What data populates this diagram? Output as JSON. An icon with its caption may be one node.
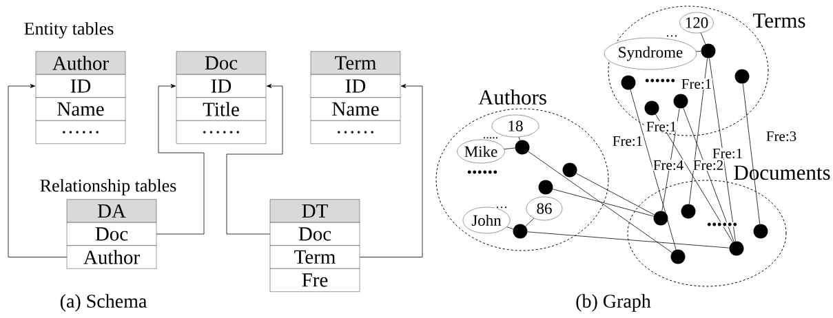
{
  "diagram": {
    "nodes": [
      {
        "text": [
          "Author"
        ]
      },
      {
        "text": [
          "ID"
        ]
      },
      {
        "text": [
          "Name"
        ]
      },
      {
        "text": [
          "……"
        ]
      },
      {
        "text": [
          "Doc"
        ]
      },
      {
        "text": [
          "ID"
        ]
      },
      {
        "text": [
          "Title"
        ]
      },
      {
        "text": [
          "……"
        ]
      },
      {
        "text": [
          "Term"
        ]
      },
      {
        "text": [
          "ID"
        ]
      },
      {
        "text": [
          "Name"
        ]
      },
      {
        "text": [
          "……"
        ]
      },
      {
        "text": [
          "DA"
        ]
      },
      {
        "text": [
          "Doc"
        ]
      },
      {
        "text": [
          "Author"
        ]
      },
      {
        "text": [
          "DT"
        ]
      },
      {
        "text": [
          "Doc"
        ]
      },
      {
        "text": [
          "Term"
        ]
      },
      {
        "text": [
          "Fre"
        ]
      },
      {
        "text": [
          "Terms"
        ]
      },
      {
        "text": [
          "120"
        ],
        "in": 19
      },
      {
        "text": [
          "Syndrome"
        ],
        "in": 19
      },
      {
        "text": [],
        "shape": "circle",
        "in": 19
      },
      {
        "text": [],
        "shape": "circle",
        "in": 19
      },
      {
        "text": [],
        "shape": "circle",
        "in": 19
      },
      {
        "text": [],
        "shape": "circle",
        "in": 19
      },
      {
        "text": [],
        "shape": "circle",
        "in": 19
      },
      {
        "text": [
          "Authors"
        ]
      },
      {
        "text": [
          "18"
        ],
        "in": 27
      },
      {
        "text": [
          "Mike"
        ],
        "in": 27
      },
      {
        "text": [
          "86"
        ],
        "in": 27
      },
      {
        "text": [
          "John"
        ],
        "in": 27
      },
      {
        "text": [],
        "shape": "circle",
        "in": 27
      },
      {
        "text": [],
        "shape": "circle",
        "in": 27
      },
      {
        "text": [],
        "shape": "circle",
        "in": 27
      },
      {
        "text": [],
        "shape": "circle",
        "in": 27
      },
      {
        "text": [
          "Documents"
        ]
      },
      {
        "text": [],
        "shape": "circle",
        "in": 36
      },
      {
        "text": [],
        "shape": "circle",
        "in": 36
      },
      {
        "text": [],
        "shape": "circle",
        "in": 36
      },
      {
        "text": [],
        "shape": "circle",
        "in": 36
      },
      {
        "text": [],
        "shape": "circle",
        "in": 36
      }
    ],
    "edges": [
      {
        "from": 14,
        "to": 1,
        "arrow": "to"
      },
      {
        "from": 13,
        "to": 5,
        "arrow": "to"
      },
      {
        "from": 16,
        "to": 5,
        "arrow": "to"
      },
      {
        "from": 17,
        "to": 9,
        "arrow": "to"
      },
      {
        "from": 20,
        "to": 25,
        "arrow": "none"
      },
      {
        "from": 21,
        "to": 25,
        "arrow": "none"
      },
      {
        "from": 28,
        "to": 33,
        "arrow": "none"
      },
      {
        "from": 29,
        "to": 33,
        "arrow": "none"
      },
      {
        "from": 30,
        "to": 32,
        "arrow": "none"
      },
      {
        "from": 31,
        "to": 32,
        "arrow": "none"
      },
      {
        "from": 33,
        "to": 38,
        "arrow": "none"
      },
      {
        "from": 35,
        "to": 37,
        "arrow": "none"
      },
      {
        "from": 34,
        "to": 37,
        "arrow": "none"
      },
      {
        "from": 32,
        "to": 40,
        "arrow": "none"
      },
      {
        "from": 22,
        "to": 38,
        "arrow": "none",
        "label": "Fre:1"
      },
      {
        "from": 23,
        "to": 40,
        "arrow": "none",
        "label": "Fre:1"
      },
      {
        "from": 24,
        "to": 37,
        "arrow": "none",
        "label": "Fre:4"
      },
      {
        "from": 24,
        "to": 40,
        "arrow": "none",
        "label": "Fre:2"
      },
      {
        "from": 25,
        "to": 39,
        "arrow": "none",
        "label": "Fre:1"
      },
      {
        "from": 25,
        "to": 40,
        "arrow": "none",
        "label": "Fre:1"
      },
      {
        "from": 26,
        "to": 41,
        "arrow": "none",
        "label": "Fre:3"
      }
    ],
    "labels": [
      "Entity tables",
      "…",
      "......",
      ".....",
      "......",
      "…",
      "Relationship tables",
      "......",
      "(a) Schema",
      "(b) Graph"
    ]
  }
}
